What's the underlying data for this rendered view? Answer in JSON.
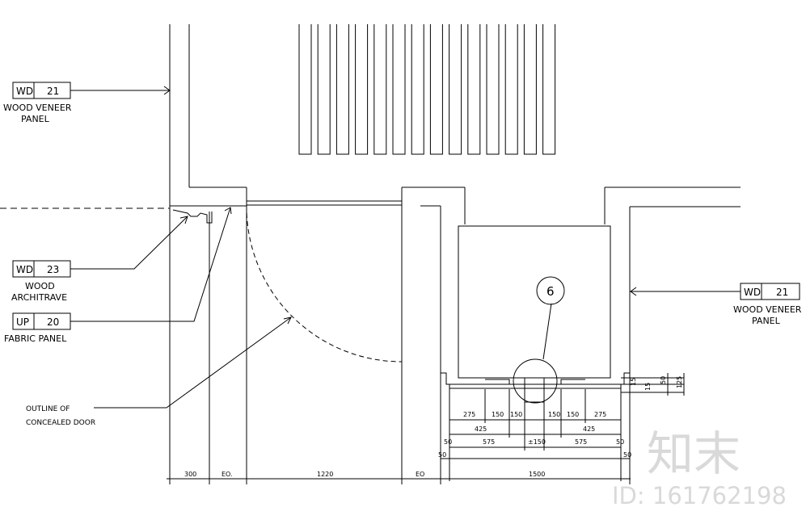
{
  "tags": {
    "left_top": {
      "code": "WD",
      "num": "21",
      "label1": "WOOD VENEER",
      "label2": "PANEL"
    },
    "left_mid": {
      "code": "WD",
      "num": "23",
      "label1": "WOOD",
      "label2": "ARCHITRAVE"
    },
    "left_low": {
      "code": "UP",
      "num": "20",
      "label1": "FABRIC PANEL"
    },
    "right": {
      "code": "WD",
      "num": "21",
      "label1": "WOOD VENEER",
      "label2": "PANEL"
    }
  },
  "notes": {
    "concealed_door_1": "OUTLINE OF",
    "concealed_door_2": "CONCEALED DOOR"
  },
  "detail_callout": "6",
  "dimensions": {
    "bottom": {
      "d300": "300",
      "e1": "EO.",
      "d1220": "1220",
      "e2": "EO",
      "d1500": "1500"
    },
    "detail": {
      "a275": "275",
      "a150": "150",
      "b150": "150",
      "c150": "150",
      "d150": "150",
      "b275": "275",
      "a425": "425",
      "b425": "425",
      "a50": "50",
      "a575": "575",
      "pm150": "±150",
      "b575": "575",
      "b50": "50",
      "c50": "50",
      "d50": "50",
      "r1": "15",
      "r2": "15",
      "r3": "50",
      "r4": "125"
    }
  },
  "watermark": {
    "chars": "知末",
    "id": "ID: 161762198"
  }
}
